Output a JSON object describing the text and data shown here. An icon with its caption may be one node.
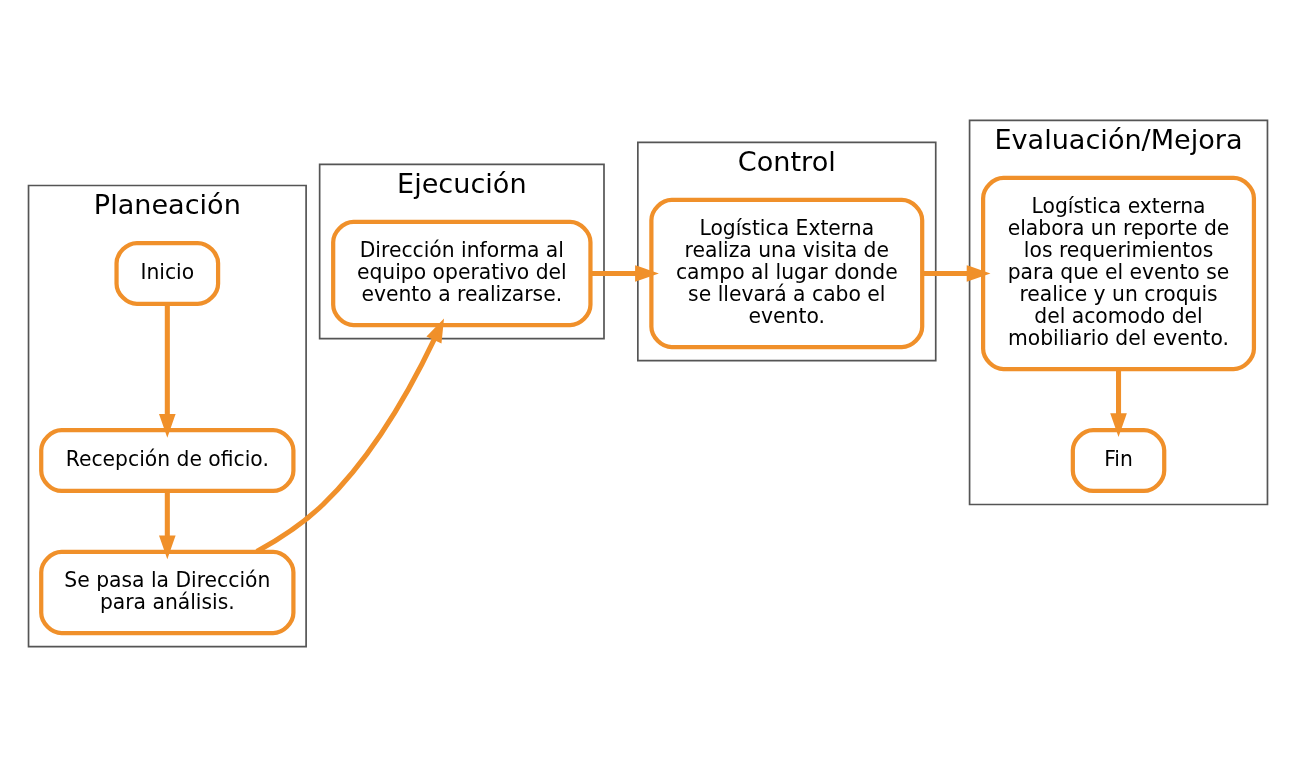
{
  "diagram": {
    "nodes": [
      {
        "text": [
          "Planeación"
        ]
      },
      {
        "text": [
          "Inicio"
        ],
        "in": 0
      },
      {
        "text": [
          "Recepción de oficio."
        ],
        "in": 0
      },
      {
        "text": [
          "Se pasa la Dirección para análisis."
        ],
        "in": 0
      },
      {
        "text": [
          "Ejecución"
        ]
      },
      {
        "text": [
          "Dirección informa al equipo operativo del evento a realizarse."
        ],
        "in": 4
      },
      {
        "text": [
          "Control"
        ]
      },
      {
        "text": [
          "Logística Externa realiza una visita de campo al lugar donde se llevará a cabo el evento."
        ],
        "in": 6
      },
      {
        "text": [
          "Evaluación/Mejora"
        ]
      },
      {
        "text": [
          "Logística externa elabora un reporte de los requerimientos para que el evento se realice y un croquis del acomodo del mobiliario del evento."
        ],
        "in": 8
      },
      {
        "text": [
          "Fin"
        ],
        "in": 8
      }
    ],
    "edges": [
      {
        "from": 1,
        "to": 2,
        "arrow": "to"
      },
      {
        "from": 2,
        "to": 3,
        "arrow": "to"
      },
      {
        "from": 3,
        "to": 5,
        "arrow": "to"
      },
      {
        "from": 5,
        "to": 7,
        "arrow": "to"
      },
      {
        "from": 7,
        "to": 9,
        "arrow": "to"
      },
      {
        "from": 9,
        "to": 10,
        "arrow": "to"
      }
    ]
  }
}
